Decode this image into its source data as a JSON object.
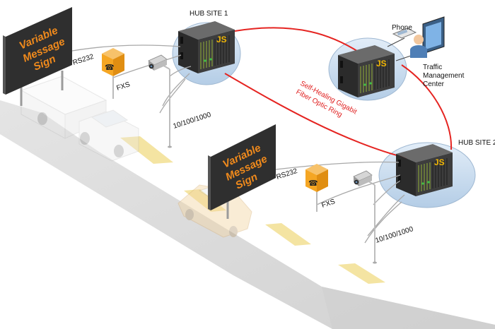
{
  "colors": {
    "ring": "#e52421",
    "sign_text": "#f08a1c",
    "sign_face": "#2f2f2f",
    "callbox": "#f5a623",
    "hub_disc": "#c9dcef",
    "road": "#d9d9d9",
    "lane_marker": "#f2df92"
  },
  "labels": {
    "hub1": "HUB SITE 1",
    "hub2": "HUB SITE 2",
    "phone": "Phone",
    "tmc_line1": "Traffic",
    "tmc_line2": "Management",
    "tmc_line3": "Center",
    "ring_line1": "Self-Healing Gigabit",
    "ring_line2": "Fiber Optic Ring",
    "rs232_a": "RS232",
    "rs232_b": "RS232",
    "fxs_a": "FXS",
    "fxs_b": "FXS",
    "eth_a": "10/100/1000",
    "eth_b": "10/100/1000",
    "logo": "JS"
  },
  "signs": [
    {
      "line1": "Variable",
      "line2": "Message",
      "line3": "Sign"
    },
    {
      "line1": "Variable",
      "line2": "Message",
      "line3": "Sign"
    }
  ],
  "icons": {
    "callbox": "phone-handset-icon",
    "camera": "cctv-camera-icon",
    "hub": "network-switch-rack-icon",
    "tmc": "operator-workstation-icon"
  }
}
